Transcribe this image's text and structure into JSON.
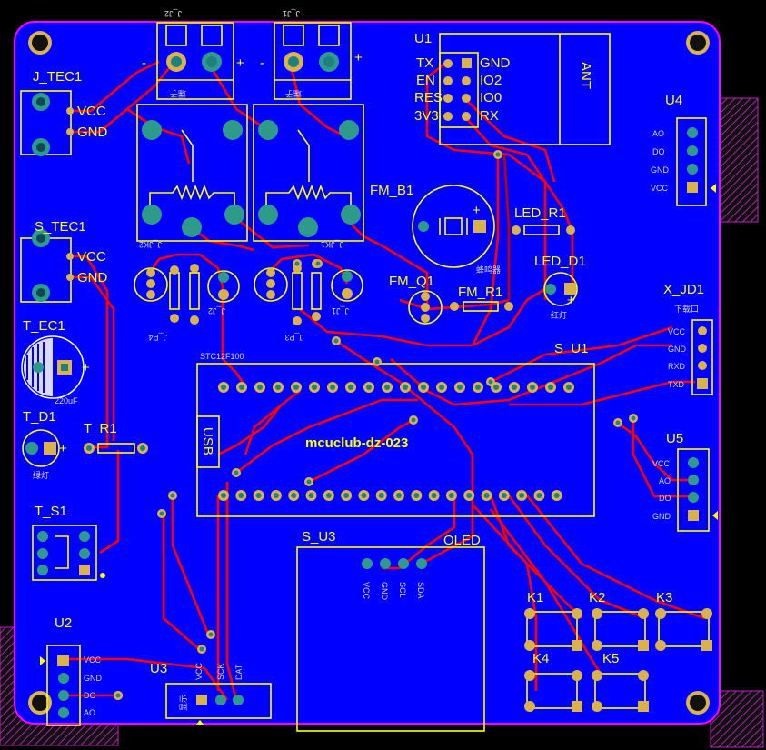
{
  "board": {
    "title": "mcuclub-dz-023",
    "colors": {
      "background": "#000000",
      "board": "#0000ff",
      "outline": "#ff00ff",
      "silkscreen": "#ffff00",
      "trace": "#ff0000",
      "pad": "#d9b34a"
    }
  },
  "components": {
    "j_tec1": {
      "ref": "J_TEC1",
      "pins": [
        "VCC",
        "GND"
      ]
    },
    "s_tec1": {
      "ref": "S_TEC1",
      "pins": [
        "VCC",
        "GND"
      ]
    },
    "t_ec1": {
      "ref": "T_EC1",
      "value": "220uF"
    },
    "t_d1": {
      "ref": "T_D1",
      "note": "绿灯"
    },
    "t_r1": {
      "ref": "T_R1"
    },
    "t_s1": {
      "ref": "T_S1"
    },
    "u2": {
      "ref": "U2",
      "pins": [
        "VCC",
        "GND",
        "DO",
        "AO"
      ]
    },
    "u3": {
      "ref": "U3",
      "note": "显示",
      "pins": [
        "VCC",
        "SCK",
        "DAT"
      ]
    },
    "s_u3": {
      "ref": "S_U3",
      "label": "OLED",
      "pins": [
        "VCC",
        "GND",
        "SCL",
        "SDA"
      ]
    },
    "u1": {
      "ref": "U1",
      "antenna": "ANT",
      "left_pins": [
        "TX",
        "EN",
        "RES",
        "3V3"
      ],
      "right_pins": [
        "GND",
        "IO2",
        "IO0",
        "RX"
      ]
    },
    "u4": {
      "ref": "U4",
      "pins": [
        "AO",
        "DO",
        "GND",
        "VCC"
      ]
    },
    "u5": {
      "ref": "U5",
      "pins": [
        "VCC",
        "AO",
        "DO",
        "GND"
      ]
    },
    "x_jd1": {
      "ref": "X_JD1",
      "note": "下载口",
      "pins": [
        "VCC",
        "GND",
        "RXD",
        "TXD"
      ]
    },
    "fm_b1": {
      "ref": "FM_B1",
      "note": "蜂鸣器"
    },
    "fm_q1": {
      "ref": "FM_Q1"
    },
    "fm_r1": {
      "ref": "FM_R1"
    },
    "led_r1": {
      "ref": "LED_R1"
    },
    "led_d1": {
      "ref": "LED_D1",
      "note": "红灯"
    },
    "s_u1": {
      "ref": "S_U1",
      "part": "STC12F100",
      "usb": "USB"
    },
    "jdq": {
      "labels": [
        "J_JK2",
        "J_JK1",
        "J_J2",
        "J_J1"
      ],
      "terminal_labels": [
        "J_J2",
        "J_J1"
      ]
    },
    "buttons": [
      "K1",
      "K2",
      "K3",
      "K4",
      "K5"
    ],
    "misc": {
      "plus": "+",
      "minus": "-",
      "terminal_text": "端子",
      "rp_labels": [
        "J_P4",
        "J_P3"
      ]
    }
  }
}
